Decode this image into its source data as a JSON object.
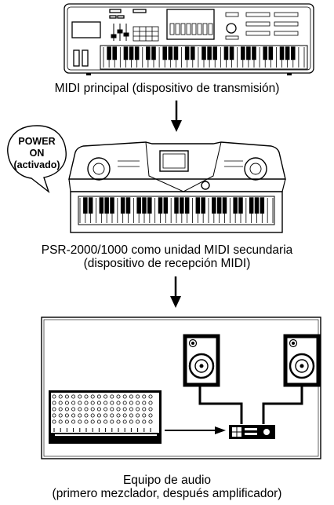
{
  "labels": {
    "sender": "MIDI principal (dispositivo de transmisión)",
    "receiver_line1": "PSR-2000/1000 como unidad MIDI secundaria",
    "receiver_line2": "(dispositivo de recepción MIDI)",
    "audio_line1": "Equipo de audio",
    "audio_line2": "(primero mezclador, después amplificador)"
  },
  "bubble": {
    "line1": "POWER",
    "line2": "ON",
    "line3": "(activado)"
  }
}
